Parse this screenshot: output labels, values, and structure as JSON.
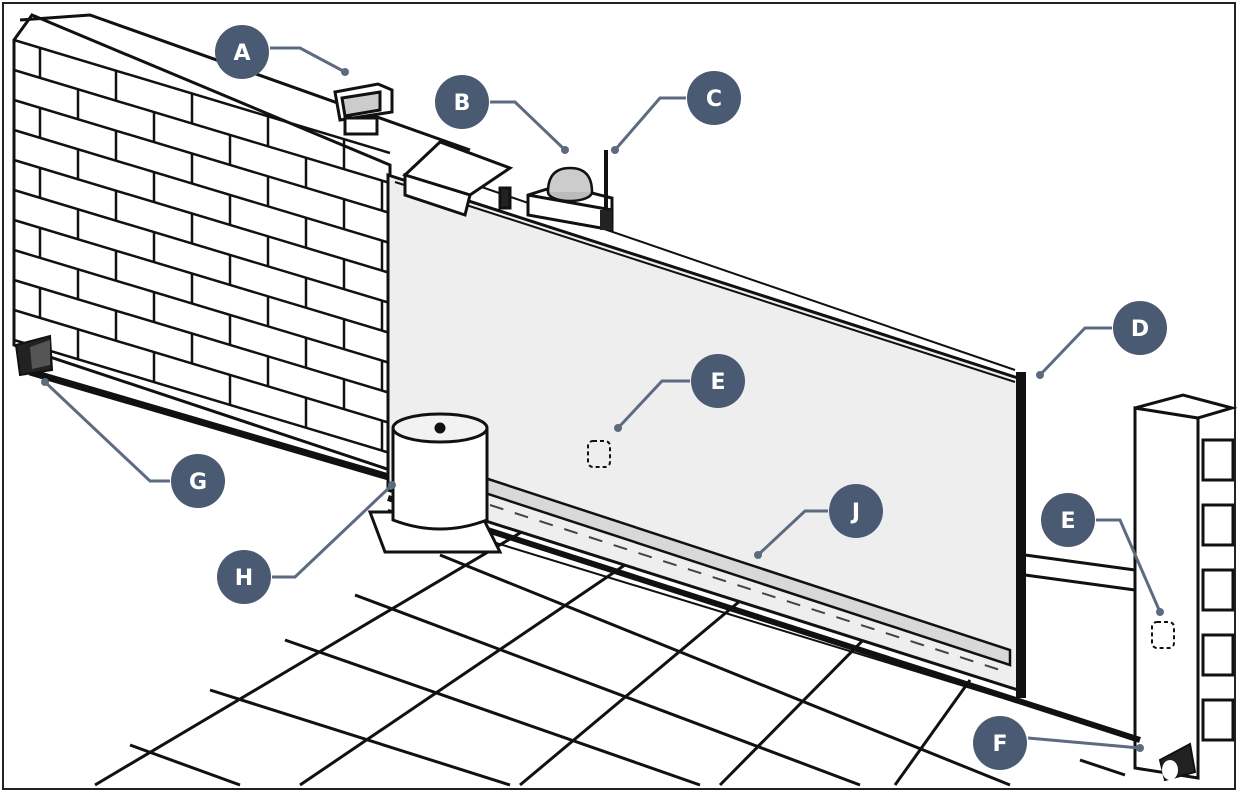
{
  "diagram": {
    "colors": {
      "badge": "#4a5a72",
      "badge_text": "#ffffff",
      "leader": "#5d6b80",
      "line": "#111111",
      "gate_fill": "#eeeeee",
      "wall_fill": "#ffffff"
    },
    "callouts": [
      {
        "id": "a",
        "label": "A"
      },
      {
        "id": "b",
        "label": "B"
      },
      {
        "id": "c",
        "label": "C"
      },
      {
        "id": "d",
        "label": "D"
      },
      {
        "id": "e1",
        "label": "E"
      },
      {
        "id": "e2",
        "label": "E"
      },
      {
        "id": "f",
        "label": "F"
      },
      {
        "id": "g",
        "label": "G"
      },
      {
        "id": "h",
        "label": "H"
      },
      {
        "id": "j",
        "label": "J"
      }
    ],
    "components": [
      {
        "id": "a",
        "icon": "floodlight-icon"
      },
      {
        "id": "b",
        "icon": "flashing-lamp-icon"
      },
      {
        "id": "c",
        "icon": "antenna-icon"
      },
      {
        "id": "d",
        "icon": "safety-edge-icon"
      },
      {
        "id": "e1",
        "icon": "photocell-icon"
      },
      {
        "id": "e2",
        "icon": "photocell-icon"
      },
      {
        "id": "f",
        "icon": "photocell-icon"
      },
      {
        "id": "g",
        "icon": "photocell-icon"
      },
      {
        "id": "h",
        "icon": "gate-motor-icon"
      },
      {
        "id": "j",
        "icon": "gear-rack-icon"
      }
    ]
  }
}
